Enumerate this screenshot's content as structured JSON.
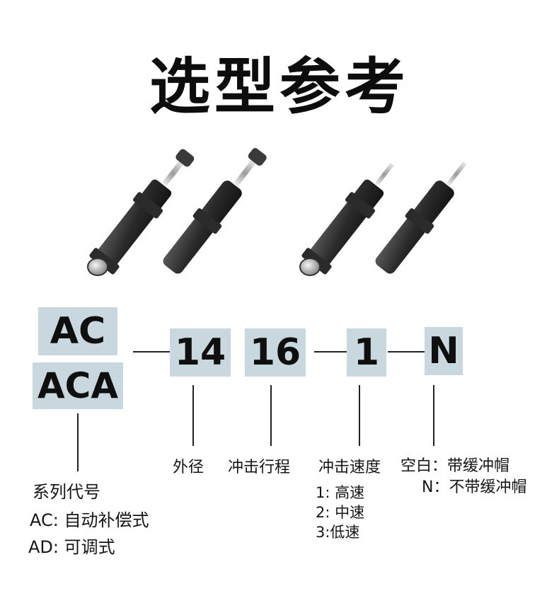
{
  "title": "选型参考",
  "code_parts": {
    "series_ac": "AC",
    "series_aca": "ACA",
    "diameter": "14",
    "stroke": "16",
    "speed": "1",
    "cap": "N"
  },
  "labels": {
    "diameter": "外径",
    "stroke": "冲击行程",
    "speed": "冲击速度",
    "series": "系列代号",
    "cap_blank": "空白：带缓冲帽",
    "cap_n": "N：不带缓冲帽"
  },
  "speed_options": [
    "1: 高速",
    "2: 中速",
    "3:低速"
  ],
  "series_options": [
    "AC: 自动补偿式",
    "AD: 可调式"
  ],
  "colors": {
    "box_bg": "#c9d8df",
    "line": "#222222"
  }
}
